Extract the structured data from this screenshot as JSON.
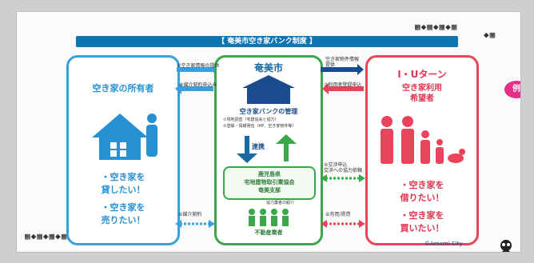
{
  "title": "【 奄美市空き家バンク制度 】",
  "owner": {
    "title": "空き家の所有者",
    "msg1": "・空き家を\n貸したい！",
    "msg2": "・空き家を\n売りたい！"
  },
  "city": {
    "name": "奄美市",
    "manage": "空き家バンクの管理",
    "bullets": "①現地調査（宅建協会と協力）\n②登録・情報発信（HP、空き家物件等）",
    "cooperation": "連携",
    "agency_name": "鹿児島県\n宅地建物取引業協会\n奄美支部",
    "agents": "不動産業者",
    "agent_label": "協力業者の紹介"
  },
  "iu": {
    "title1": "I・Uターン",
    "title2": "空き家利用\n希望者",
    "msg1": "・空き家を\n借りたい！",
    "msg2": "・空き家を\n買いたい！"
  },
  "arrows": {
    "owner_1": "①空き家情報の提供",
    "owner_2": "②媒介契約申込み",
    "iu_1": "空き家物件情報\n提供",
    "iu_2": "②利用者登録申込",
    "iu_3": "④交渉申込\n交渉への協力依頼",
    "bottom_left": "⑥媒介契約",
    "bottom_right": "⑥売買/賃貸"
  },
  "badge": "例",
  "copyright": "©Amami City",
  "colors": {
    "owner": "#3aa0dc",
    "city": "#3aa84a",
    "iu": "#e8455c",
    "title_bar": "#0f74b2"
  }
}
